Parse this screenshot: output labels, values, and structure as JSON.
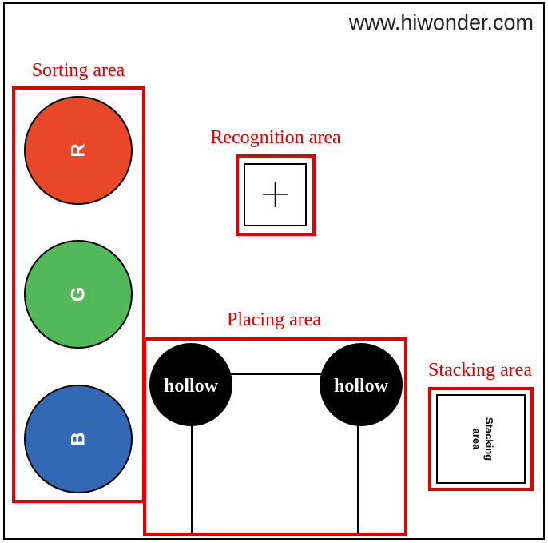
{
  "watermark": "www.hiwonder.com",
  "sorting_area": {
    "label": "Sorting area",
    "slots": [
      {
        "letter": "R",
        "color": "#e8472a"
      },
      {
        "letter": "G",
        "color": "#52b85a"
      },
      {
        "letter": "B",
        "color": "#3268b4"
      }
    ]
  },
  "recognition_area": {
    "label": "Recognition area",
    "marker": "crosshair"
  },
  "placing_area": {
    "label": "Placing area",
    "left_slot": "hollow",
    "right_slot": "hollow"
  },
  "stacking_area": {
    "label": "Stacking area",
    "inner_text_line1": "Stacking",
    "inner_text_line2": "area"
  },
  "colors": {
    "highlight": "#e00000",
    "outline": "#000000",
    "hollow_fill": "#000000",
    "background": "#ffffff"
  }
}
